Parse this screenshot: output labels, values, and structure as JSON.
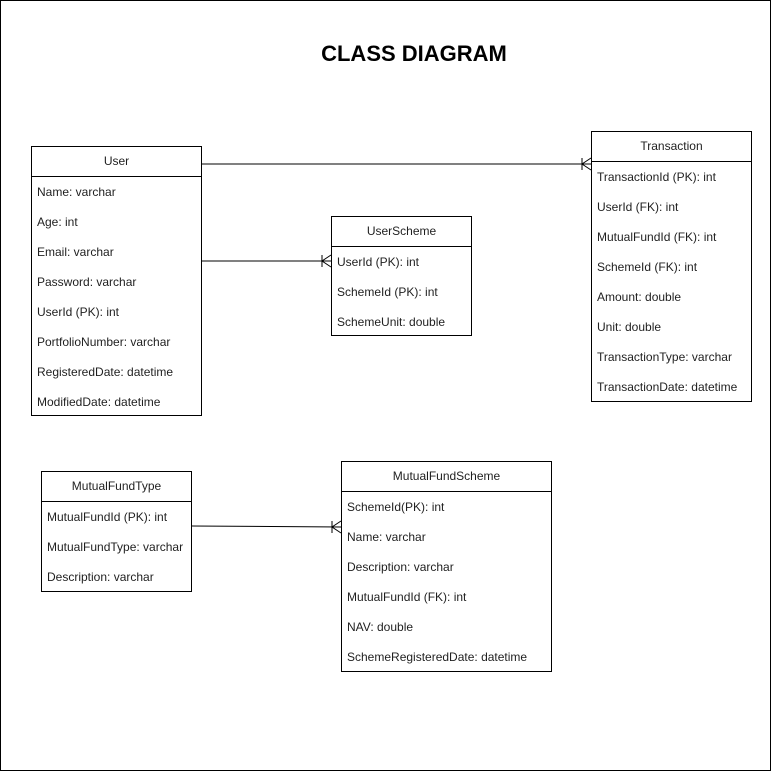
{
  "title": "CLASS DIAGRAM",
  "classes": {
    "user": {
      "name": "User",
      "attributes": [
        "Name: varchar",
        "Age: int",
        "Email: varchar",
        "Password: varchar",
        "UserId (PK): int",
        "PortfolioNumber: varchar",
        "RegisteredDate: datetime",
        "ModifiedDate: datetime"
      ]
    },
    "transaction": {
      "name": "Transaction",
      "attributes": [
        "TransactionId (PK): int",
        "UserId (FK): int",
        "MutualFundId (FK): int",
        "SchemeId (FK): int",
        "Amount: double",
        "Unit: double",
        "TransactionType: varchar",
        "TransactionDate: datetime"
      ]
    },
    "user_scheme": {
      "name": "UserScheme",
      "attributes": [
        "UserId (PK): int",
        "SchemeId (PK): int",
        "SchemeUnit: double"
      ]
    },
    "mutual_fund_type": {
      "name": "MutualFundType",
      "attributes": [
        "MutualFundId (PK): int",
        "MutualFundType: varchar",
        "Description: varchar"
      ]
    },
    "mutual_fund_scheme": {
      "name": "MutualFundScheme",
      "attributes": [
        "SchemeId(PK): int",
        "Name: varchar",
        "Description: varchar",
        "MutualFundId (FK): int",
        "NAV: double",
        "SchemeRegisteredDate: datetime"
      ]
    }
  },
  "relationships": [
    {
      "from": "User",
      "to": "Transaction",
      "end_marker": "one-to-many"
    },
    {
      "from": "User",
      "to": "UserScheme",
      "end_marker": "one-to-many"
    },
    {
      "from": "MutualFundType",
      "to": "MutualFundScheme",
      "end_marker": "one-to-many"
    }
  ]
}
